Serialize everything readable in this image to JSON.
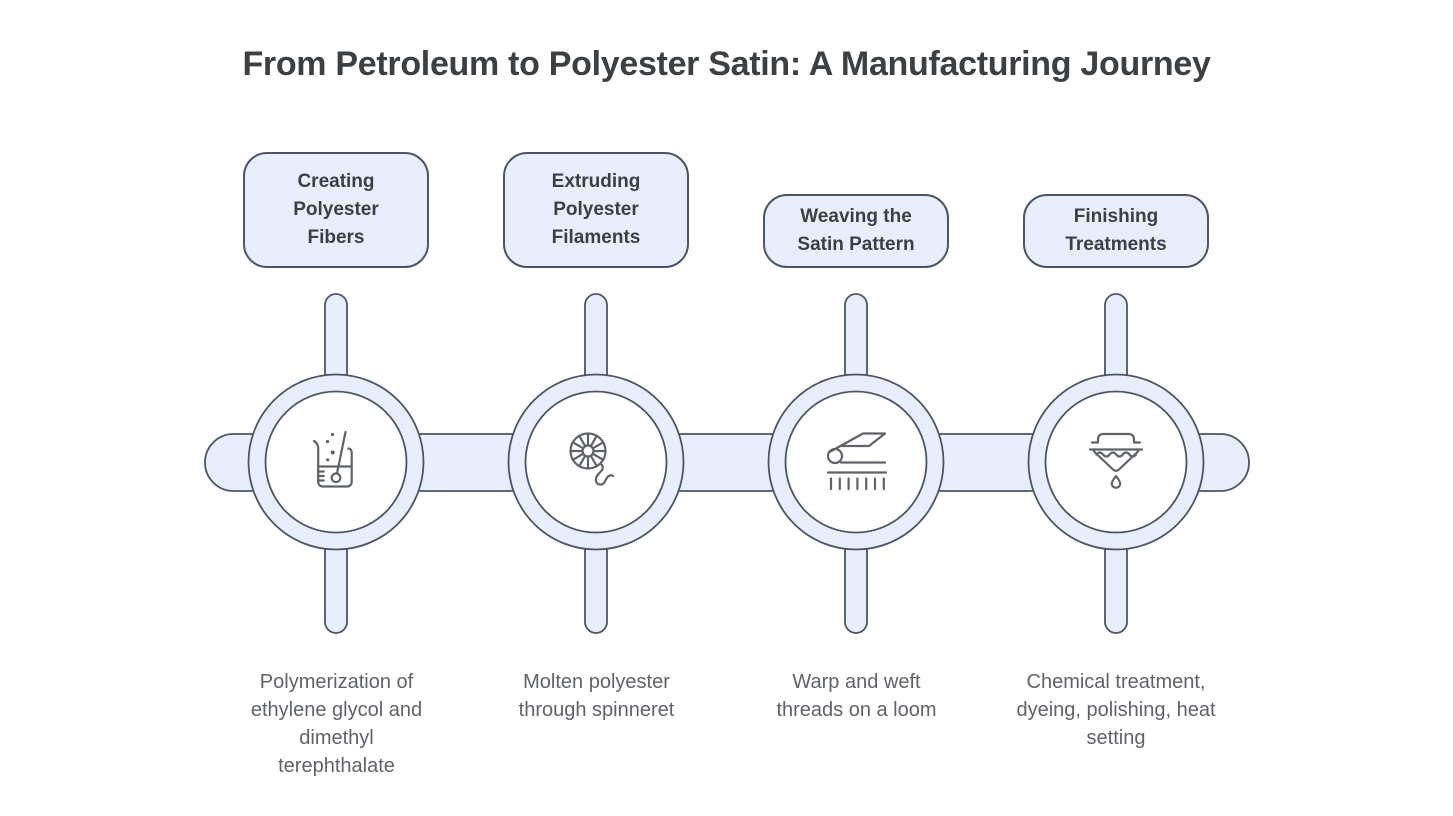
{
  "title": "From Petroleum to Polyester Satin: A Manufacturing Journey",
  "colors": {
    "background": "#ffffff",
    "shape_fill": "#e8eefb",
    "shape_stroke": "#4b5563",
    "icon_stroke": "#5f6368",
    "title_text": "#3c4043",
    "label_text": "#3c4043",
    "description_text": "#5f6368"
  },
  "steps": [
    {
      "label": "Creating Polyester Fibers",
      "description": "Polymerization of ethylene glycol and dimethyl terephthalate",
      "icon": "beaker-icon"
    },
    {
      "label": "Extruding Polyester Filaments",
      "description": "Molten polyester through spinneret",
      "icon": "spinneret-icon"
    },
    {
      "label": "Weaving the Satin Pattern",
      "description": "Warp and weft threads on a loom",
      "icon": "loom-icon"
    },
    {
      "label": "Finishing Treatments",
      "description": "Chemical treatment, dyeing, polishing, heat setting",
      "icon": "dye-vat-icon"
    }
  ]
}
